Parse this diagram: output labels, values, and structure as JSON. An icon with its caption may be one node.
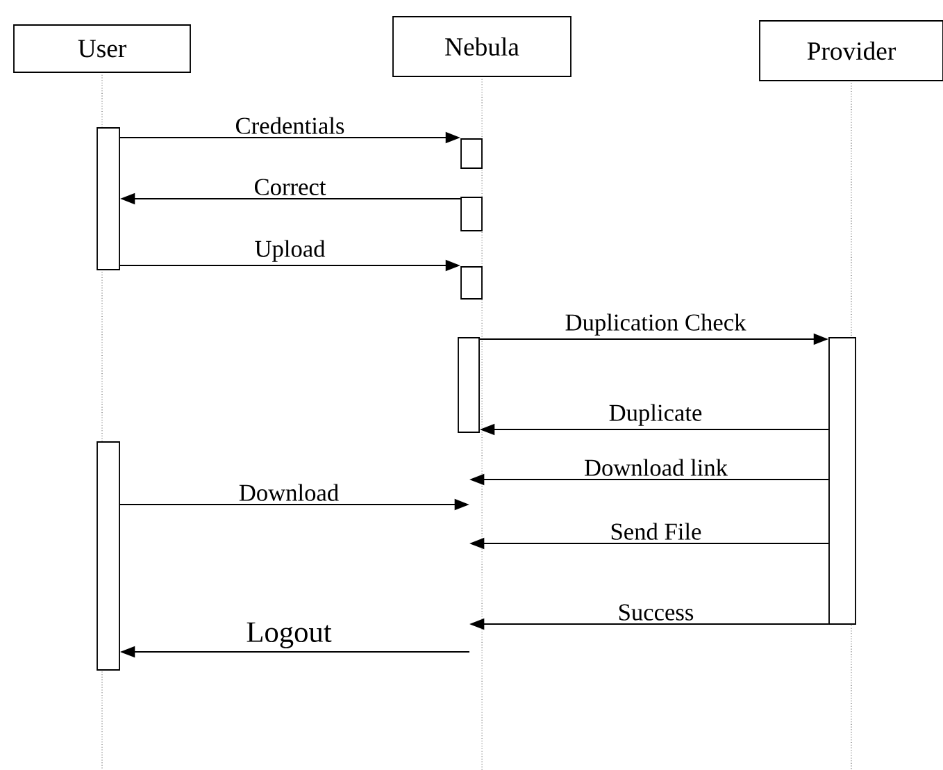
{
  "diagram": {
    "nodes": [
      {
        "text": [
          "User"
        ]
      },
      {
        "text": [
          "Nebula"
        ]
      },
      {
        "text": [
          "Provider"
        ]
      },
      {
        "text": [],
        "shape": "bar"
      },
      {
        "text": [],
        "shape": "bar"
      },
      {
        "text": [],
        "shape": "bar"
      },
      {
        "text": [],
        "shape": "bar"
      },
      {
        "text": [],
        "shape": "bar"
      },
      {
        "text": [],
        "shape": "bar"
      },
      {
        "text": [],
        "shape": "bar"
      }
    ],
    "edges": [
      {
        "from": 3,
        "to": 4,
        "arrow": "to",
        "label": "Credentials"
      },
      {
        "from": 5,
        "to": 3,
        "arrow": "to",
        "label": "Correct"
      },
      {
        "from": 3,
        "to": 6,
        "arrow": "to",
        "label": "Upload"
      },
      {
        "from": 7,
        "to": 8,
        "arrow": "to",
        "label": "Duplication Check"
      },
      {
        "from": 8,
        "to": 7,
        "arrow": "to",
        "label": "Duplicate"
      },
      {
        "from": 8,
        "to": null,
        "arrow": "to",
        "label": "Download link"
      },
      {
        "from": 9,
        "to": null,
        "arrow": "to",
        "label": "Download"
      },
      {
        "from": 8,
        "to": null,
        "arrow": "to",
        "label": "Send File"
      },
      {
        "from": 8,
        "to": null,
        "arrow": "to",
        "label": "Success"
      },
      {
        "from": null,
        "to": 9,
        "arrow": "to",
        "label": "Logout"
      }
    ]
  }
}
